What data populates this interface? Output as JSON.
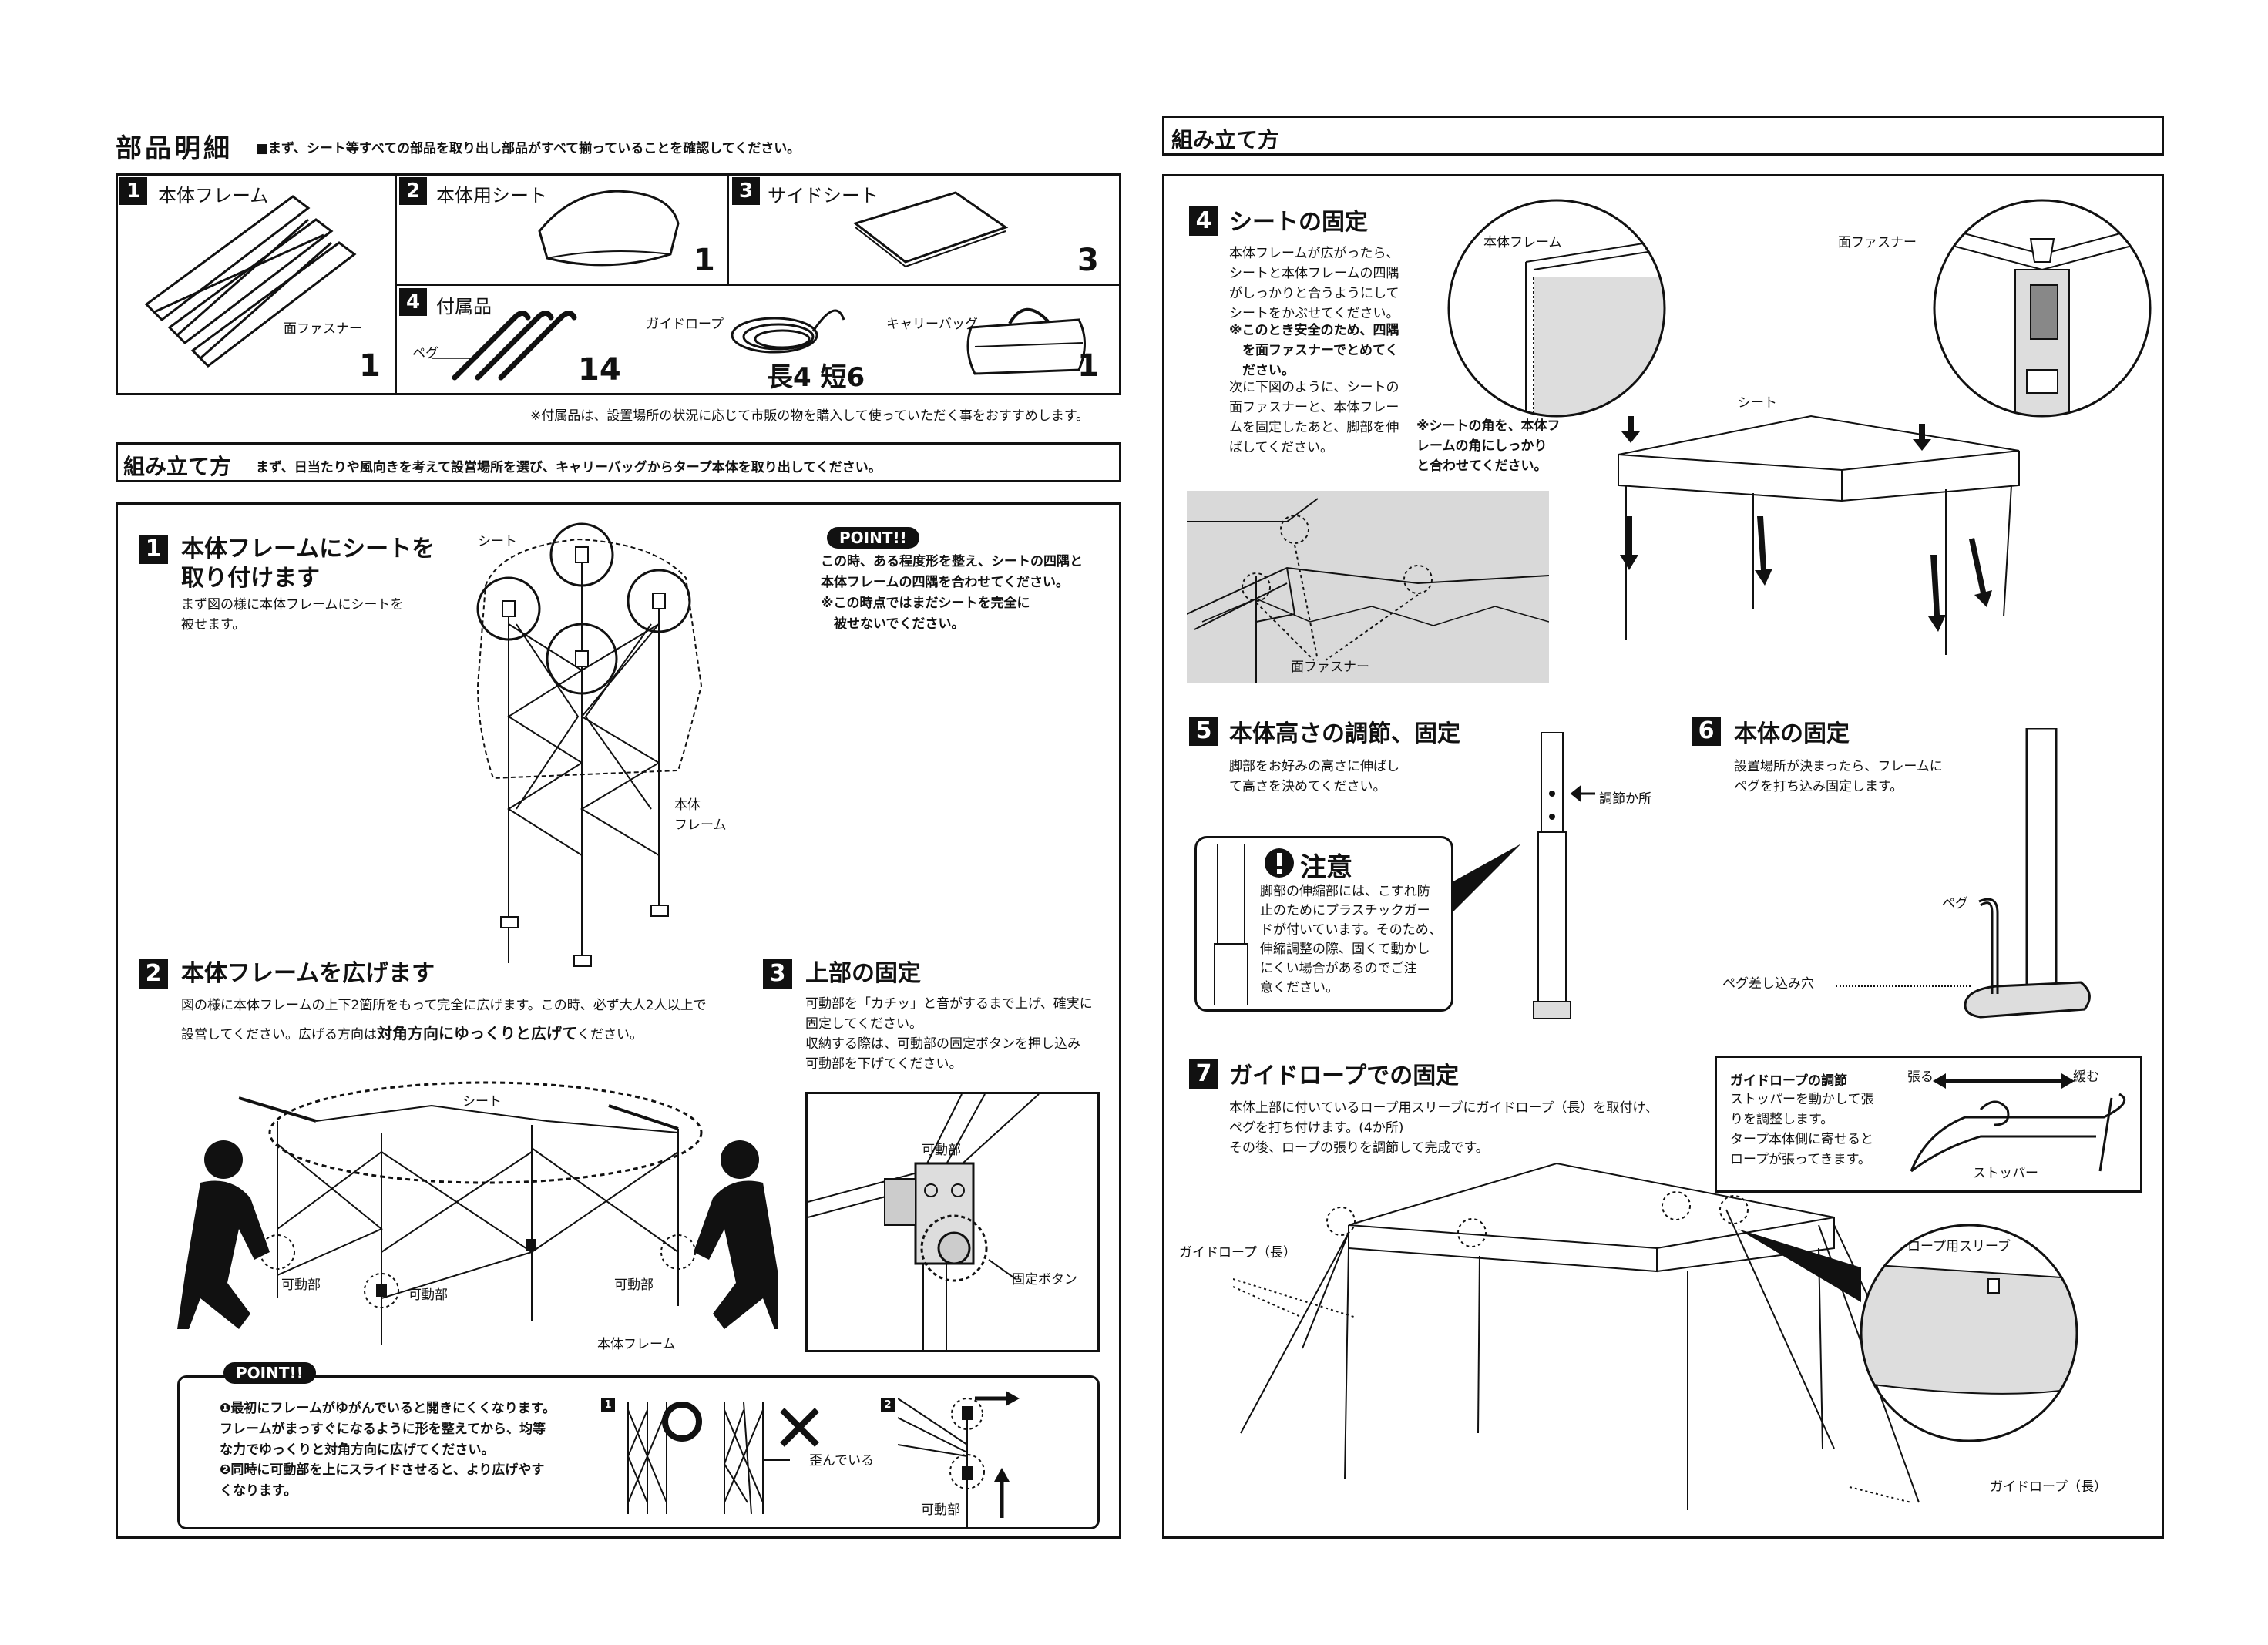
{
  "parts": {
    "heading": "部品明細",
    "note": "■まず、シート等すべての部品を取り出し部品がすべて揃っていることを確認してください。",
    "items": [
      {
        "num": "1",
        "name": "本体フレーム",
        "label": "面ファスナー",
        "qty": "1"
      },
      {
        "num": "2",
        "name": "本体用シート",
        "qty": "1"
      },
      {
        "num": "3",
        "name": "サイドシート",
        "qty": "3"
      },
      {
        "num": "4",
        "name": "付属品"
      }
    ],
    "accessories": {
      "peg_label": "ペグ",
      "peg_qty": "14",
      "rope_label": "ガイドロープ",
      "rope_qty": "長4 短6",
      "bag_label": "キャリーバッグ",
      "bag_qty": "1"
    },
    "footnote": "※付属品は、設置場所の状況に応じて市販の物を購入して使っていただく事をおすすめします。"
  },
  "assembly_left": {
    "heading": "組み立て方",
    "note": "まず、日当たりや風向きを考えて設営場所を選び、キャリーバッグからタープ本体を取り出してください。",
    "step1": {
      "num": "1",
      "title": "本体フレームにシートを\n取り付けます",
      "body": "まず図の様に本体フレームにシートを\n被せます。",
      "label_sheet": "シート",
      "label_frame": "本体\nフレーム",
      "point_badge": "POINT!!",
      "point_text": "この時、ある程度形を整え、シートの四隅と\n本体フレームの四隅を合わせてください。\n※この時点ではまだシートを完全に\n　被せないでください。"
    },
    "step2": {
      "num": "2",
      "title": "本体フレームを広げます",
      "body_a": "図の様に本体フレームの上下2箇所をもって完全に広げます。この時、必ず大人2人以上で",
      "body_b": "設営してください。広げる方向は",
      "body_bold": "対角方向にゆっくりと広げて",
      "body_c": "ください。",
      "label_sheet": "シート",
      "label_movable_1": "可動部",
      "label_movable_2": "可動部",
      "label_movable_3": "可動部",
      "label_frame": "本体フレーム"
    },
    "step3": {
      "num": "3",
      "title": "上部の固定",
      "body": "可動部を「カチッ」と音がするまで上げ、確実に\n固定してください。\n収納する際は、可動部の固定ボタンを押し込み\n可動部を下げてください。",
      "label_movable": "可動部",
      "label_button": "固定ボタン"
    },
    "point2": {
      "badge": "POINT!!",
      "text1": "❶最初にフレームがゆがんでいると開きにくくなります。\nフレームがまっすぐになるように形を整えてから、均等\nな力でゆっくりと対角方向に広げてください。",
      "text2": "❷同時に可動部を上にスライドさせると、より広げやす\nくなります。",
      "n1": "1",
      "n2": "2",
      "label_warped": "歪んでいる",
      "label_movable": "可動部"
    }
  },
  "assembly_right": {
    "heading": "組み立て方",
    "step4": {
      "num": "4",
      "title": "シートの固定",
      "body1": "本体フレームが広がったら、\nシートと本体フレームの四隅\nがしっかりと合うようにして\nシートをかぶせてください。",
      "body_bold": "※このとき安全のため、四隅\n　を面ファスナーでとめてく\n　ださい。",
      "body2": "次に下図のように、シートの\n面ファスナーと、本体フレー\nムを固定したあと、脚部を伸\nばしてください。",
      "label_frame": "本体フレーム",
      "label_fastener": "面ファスナー",
      "label_sheet": "シート",
      "note_corner": "※シートの角を、本体フ\nレームの角にしっかり\nと合わせてください。",
      "label_fastener2": "面ファスナー"
    },
    "step5": {
      "num": "5",
      "title": "本体高さの調節、固定",
      "body": "脚部をお好みの高さに伸ばし\nて高さを決めてください。",
      "label_adjust": "調節か所",
      "caution_title": "注意",
      "caution_text": "脚部の伸縮部には、こすれ防\n止のためにプラスチックガー\nドが付いています。そのため、\n伸縮調整の際、固くて動かし\nにくい場合があるのでご注\n意ください。"
    },
    "step6": {
      "num": "6",
      "title": "本体の固定",
      "body": "設置場所が決まったら、フレームに\nペグを打ち込み固定します。",
      "label_peg": "ペグ",
      "label_hole": "ペグ差し込み穴"
    },
    "step7": {
      "num": "7",
      "title": "ガイドロープでの固定",
      "body": "本体上部に付いているロープ用スリーブにガイドロープ（長）を取付け、\nペグを打ち付けます。(4か所)\nその後、ロープの張りを調節して完成です。",
      "label_rope_left": "ガイドロープ（長）",
      "label_rope_right": "ガイドロープ（長）",
      "label_sleeve": "ロープ用スリーブ",
      "adjust_box": {
        "title": "ガイドロープの調節",
        "text": "ストッパーを動かして張\nりを調整します。\nタープ本体側に寄せると\nロープが張ってきます。",
        "label_tight": "張る",
        "label_loose": "緩む",
        "label_stopper": "ストッパー"
      }
    }
  }
}
